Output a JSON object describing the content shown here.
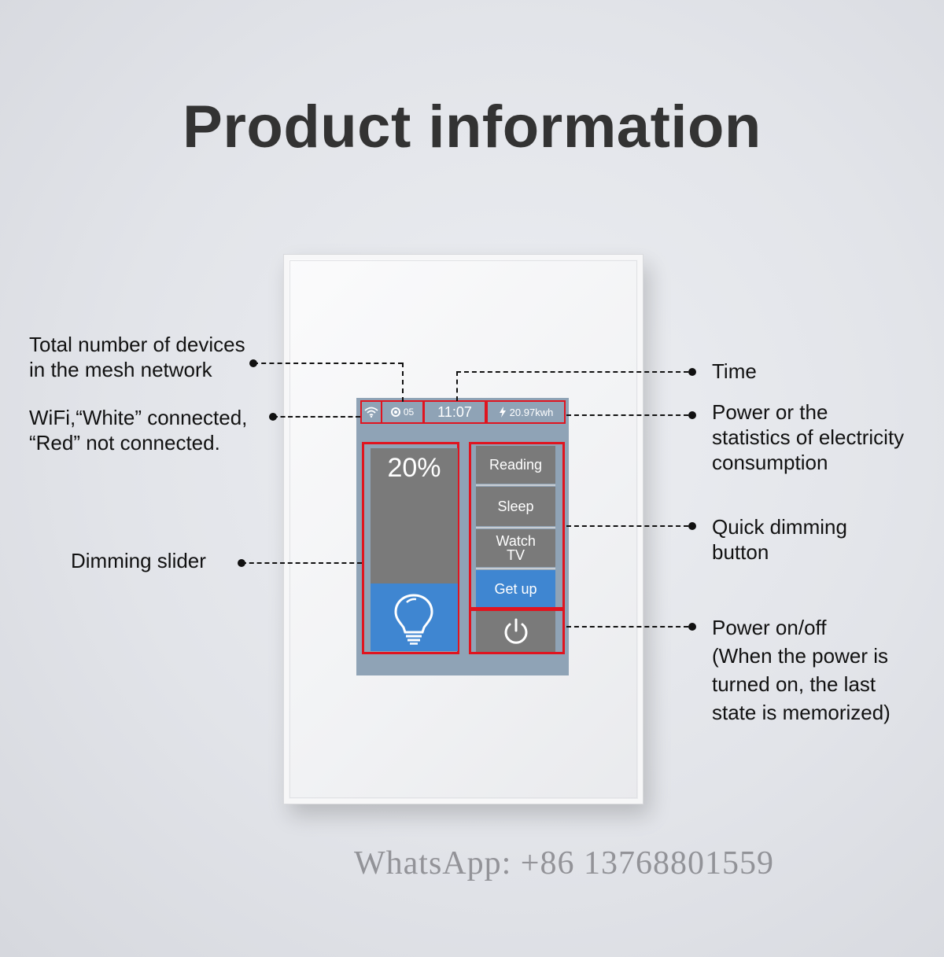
{
  "title": "Product information",
  "screen": {
    "status": {
      "wifi_icon": "wifi-icon",
      "device_count": "05",
      "time": "11:07",
      "energy": "20.97kwh"
    },
    "slider": {
      "percent_label": "20%",
      "level": 0.2,
      "fill_color": "#3f86d1"
    },
    "quick_buttons": [
      "Reading",
      "Sleep",
      "Watch TV",
      "Get up"
    ],
    "active_button": "Get up",
    "power_icon": "power-icon"
  },
  "annotations": {
    "devices": [
      "Total number of devices",
      "in the mesh network"
    ],
    "wifi": [
      "WiFi,“White”  connected,",
      "“Red”  not connected."
    ],
    "dimming_slider": "Dimming slider",
    "time": "Time",
    "power_stats": [
      "Power or the",
      "statistics of electricity",
      "consumption"
    ],
    "quick_dimming": [
      "Quick dimming",
      "button"
    ],
    "power_onoff": [
      "Power on/off",
      "(When the power is",
      "turned on, the last",
      "state is memorized)"
    ]
  },
  "watermark": "WhatsApp: +86 13768801559",
  "colors": {
    "highlight": "#e0141f",
    "accent": "#3f86d1",
    "screen_bg": "#8fa3b6",
    "button": "#7a7a7a"
  }
}
